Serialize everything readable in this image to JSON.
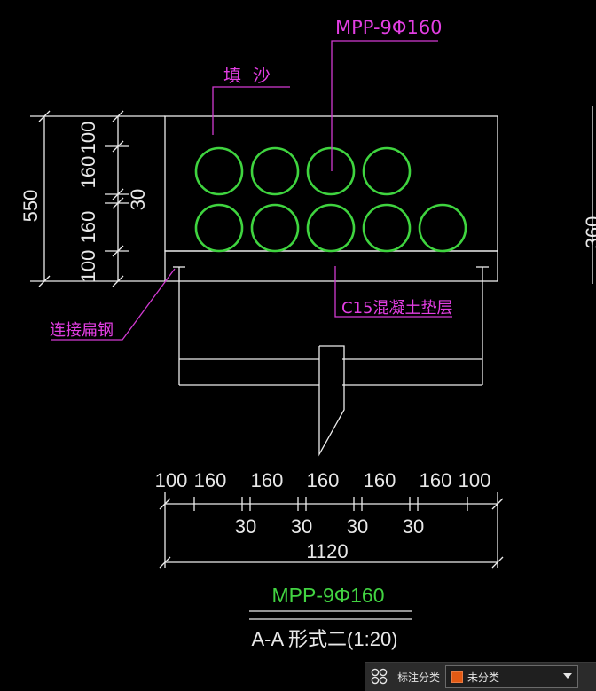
{
  "labels": {
    "pipe_spec": "MPP-9Φ160",
    "fill_sand": "填  沙",
    "concrete_cushion": "C15混凝土垫层",
    "flat_steel": "连接扁钢",
    "title_spec": "MPP-9Φ160",
    "section_title": "A-A 形式二(1:20)"
  },
  "left_dims": {
    "total": "550",
    "segments": [
      "100",
      "160",
      "30",
      "160",
      "100"
    ]
  },
  "bottom_dims": {
    "top_row": [
      "100",
      "160",
      "160",
      "160",
      "160",
      "160",
      "100"
    ],
    "gaps": [
      "30",
      "30",
      "30",
      "30"
    ],
    "total": "1120"
  },
  "right_dim_partial": "360",
  "pipes": {
    "top_row_count": 4,
    "bottom_row_count": 5
  },
  "status": {
    "annotation_label": "标注分类",
    "category_value": "未分类",
    "category_color": "#e35a14"
  },
  "colors": {
    "background": "#000000",
    "magenta": "#d23ad2",
    "green": "#3fd43f",
    "white": "#ededed"
  }
}
